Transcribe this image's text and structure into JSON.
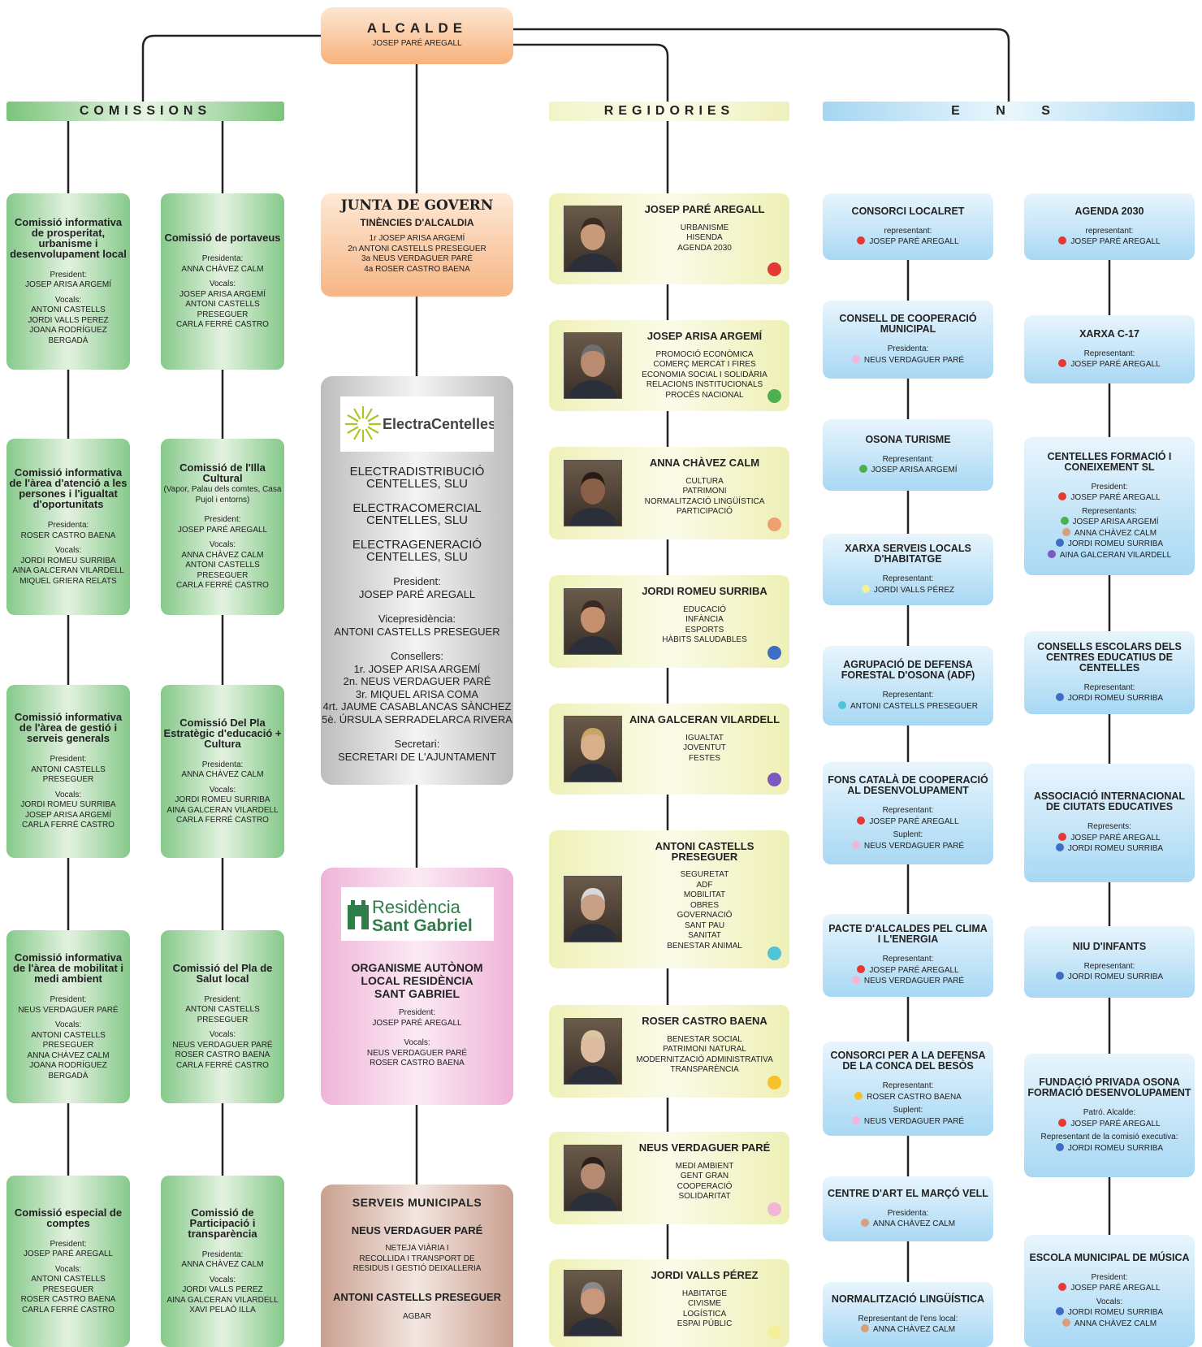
{
  "alcalde": {
    "title": "ALCALDE",
    "name": "JOSEP PARÉ AREGALL"
  },
  "headers": {
    "comissions": "COMISSIONS",
    "regidories": "REGIDORIES",
    "ens": "E N S"
  },
  "colors": {
    "red": "#e53935",
    "green": "#4caf50",
    "orange": "#f0a070",
    "blue": "#3f6cc4",
    "purple": "#7e57c2",
    "cyan": "#4fc3d9",
    "yellow": "#f6c02b",
    "pink": "#f2b5d4",
    "lightyellow": "#f3ef9a",
    "tan": "#d7a07a"
  },
  "commissions": [
    {
      "title": "Comissió informativa de prosperitat, urbanisme i desenvolupament local",
      "sub": "",
      "role1": "President:",
      "person1": "JOSEP ARISA ARGEMÍ",
      "role2": "Vocals:",
      "members": "ANTONI CASTELLS\nJORDI VALLS PEREZ\nJOANA RODRÍGUEZ BERGADÀ"
    },
    {
      "title": "Comissió de portaveus",
      "sub": "",
      "role1": "Presidenta:",
      "person1": "ANNA CHÀVEZ CALM",
      "role2": "Vocals:",
      "members": "JOSEP ARISA ARGEMÍ\nANTONI CASTELLS PRESEGUER\nCARLA FERRÉ CASTRO"
    },
    {
      "title": "Comissió informativa de l'àrea d'atenció a les persones i l'igualtat d'oportunitats",
      "sub": "",
      "role1": "Presidenta:",
      "person1": "ROSER CASTRO BAENA",
      "role2": "Vocals:",
      "members": "JORDI ROMEU SURRIBA\nAINA GALCERAN VILARDELL\nMIQUEL GRIERA RELATS"
    },
    {
      "title": "Comissió de l'Illa Cultural",
      "sub": "(Vapor, Palau dels comtes, Casa Pujol i entorns)",
      "role1": "President:",
      "person1": "JOSEP PARÉ AREGALL",
      "role2": "Vocals:",
      "members": "ANNA CHÀVEZ CALM\nANTONI CASTELLS PRESEGUER\nCARLA FERRÉ CASTRO"
    },
    {
      "title": "Comissió informativa de l'àrea de gestió i serveis generals",
      "sub": "",
      "role1": "President:",
      "person1": "ANTONI CASTELLS PRESEGUER",
      "role2": "Vocals:",
      "members": "JORDI ROMEU SURRIBA\nJOSEP ARISA ARGEMÍ\nCARLA FERRÉ CASTRO"
    },
    {
      "title": "Comissió Del Pla Estratègic d'educació + Cultura",
      "sub": "",
      "role1": "Presidenta:",
      "person1": "ANNA CHÀVEZ CALM",
      "role2": "Vocals:",
      "members": "JORDI ROMEU SURRIBA\nAINA GALCERAN VILARDELL\nCARLA FERRÉ CASTRO"
    },
    {
      "title": "Comissió informativa de l'àrea de mobilitat i medi ambient",
      "sub": "",
      "role1": "President:",
      "person1": "NEUS VERDAGUER PARÉ",
      "role2": "Vocals:",
      "members": "ANTONI CASTELLS\nPRESEGUER\nANNA CHÀVEZ CALM\nJOANA RODRÍGUEZ BERGADÀ"
    },
    {
      "title": "Comissió del Pla de Salut local",
      "sub": "",
      "role1": "President:",
      "person1": "ANTONI CASTELLS PRESEGUER",
      "role2": "Vocals:",
      "members": "NEUS VERDAGUER PARÉ\nROSER CASTRO BAENA\nCARLA FERRÉ CASTRO"
    },
    {
      "title": "Comissió especial de comptes",
      "sub": "",
      "role1": "President:",
      "person1": "JOSEP PARÉ AREGALL",
      "role2": "Vocals:",
      "members": "ANTONI CASTELLS PRESEGUER\nROSER CASTRO BAENA\nCARLA FERRÉ CASTRO"
    },
    {
      "title": "Comissió de Participació i transparència",
      "sub": "",
      "role1": "Presidenta:",
      "person1": "ANNA CHÀVEZ CALM",
      "role2": "Vocals:",
      "members": "JORDI VALLS PEREZ\nAINA GALCERAN VILARDELL\nXAVI PELAÓ ILLA"
    }
  ],
  "junta": {
    "title": "JUNTA DE GOVERN",
    "subtitle": "TINÈNCIES D'ALCALDIA",
    "lines": "1r JOSEP ARISA ARGEMÍ\n2n ANTONI CASTELLS PRESEGUER\n3a NEUS VERDAGUER PARÉ\n4a ROSER CASTRO BAENA"
  },
  "electra": {
    "logo": "ElectraCentelles",
    "companies": [
      "ELECTRADISTRIBUCIÓ CENTELLES, SLU",
      "ELECTRACOMERCIAL CENTELLES, SLU",
      "ELECTRAGENERACIÓ CENTELLES, SLU"
    ],
    "president_label": "President:",
    "president": "JOSEP PARÉ AREGALL",
    "vice_label": "Vicepresidència:",
    "vice": "ANTONI CASTELLS PRESEGUER",
    "consellers_label": "Consellers:",
    "consellers": "1r. JOSEP ARISA ARGEMÍ\n2n. NEUS VERDAGUER PARÉ\n3r. MIQUEL ARISA COMA\n4rt. JAUME CASABLANCAS SÀNCHEZ\n5è. ÚRSULA SERRADELARCA RIVERA",
    "secretari_label": "Secretari:",
    "secretari": "SECRETARI DE L'AJUNTAMENT"
  },
  "residencia": {
    "logo1": "Residència",
    "logo2": "Sant Gabriel",
    "title": "ORGANISME AUTÒNOM LOCAL RESIDÈNCIA SANT GABRIEL",
    "president_label": "President:",
    "president": "JOSEP PARÉ AREGALL",
    "vocals_label": "Vocals:",
    "vocals": "NEUS VERDAGUER PARÉ\nROSER CASTRO BAENA"
  },
  "serveis": {
    "title": "SERVEIS MUNICIPALS",
    "name1": "NEUS VERDAGUER PARÉ",
    "desc1": "NETEJA VIÀRIA I\nRECOLLIDA I TRANSPORT DE\nRESIDUS I GESTIÓ DEIXALLERIA",
    "name2": "ANTONI CASTELLS PRESEGUER",
    "desc2": "AGBAR"
  },
  "regidories": [
    {
      "name": "JOSEP PARÉ AREGALL",
      "areas": "URBANISME\nHISENDA\nAGENDA 2030",
      "color": "#e53935"
    },
    {
      "name": "JOSEP ARISA ARGEMÍ",
      "areas": "PROMOCIÓ ECONÒMICA\nCOMERÇ MERCAT I FIRES\nECONOMIA SOCIAL I SOLIDÀRIA\nRELACIONS INSTITUCIONALS\nPROCÉS NACIONAL",
      "color": "#4caf50"
    },
    {
      "name": "ANNA CHÀVEZ CALM",
      "areas": "CULTURA\nPATRIMONI\nNORMALITZACIÓ LINGÜÍSTICA\nPARTICIPACIÓ",
      "color": "#f0a070"
    },
    {
      "name": "JORDI ROMEU SURRIBA",
      "areas": "EDUCACIÓ\nINFÀNCIA\nESPORTS\nHÀBITS SALUDABLES",
      "color": "#3f6cc4"
    },
    {
      "name": "AINA GALCERAN VILARDELL",
      "areas": "IGUALTAT\nJOVENTUT\nFESTES",
      "color": "#7e57c2"
    },
    {
      "name": "ANTONI CASTELLS PRESEGUER",
      "areas": "SEGURETAT\nADF\nMOBILITAT\nOBRES\nGOVERNACIÓ\nSANT PAU\nSANITAT\nBENESTAR ANIMAL",
      "color": "#4fc3d9"
    },
    {
      "name": "ROSER CASTRO BAENA",
      "areas": "BENESTAR SOCIAL\nPATRIMONI NATURAL\nMODERNITZACIÓ ADMINISTRATIVA\nTRANSPARÈNCIA",
      "color": "#f6c02b"
    },
    {
      "name": "NEUS VERDAGUER PARÉ",
      "areas": "MEDI AMBIENT\nGENT GRAN\nCOOPERACIÓ\nSOLIDARITAT",
      "color": "#f2b5d4"
    },
    {
      "name": "JORDI VALLS PÉREZ",
      "areas": "HABITATGE\nCIVISME\nLOGÍSTICA\nESPAI PÚBLIC",
      "color": "#f3ef9a"
    }
  ],
  "ens_left": [
    {
      "title": "CONSORCI LOCALRET",
      "groups": [
        {
          "label": "representant:",
          "members": [
            {
              "name": "JOSEP PARÉ AREGALL",
              "color": "#e53935"
            }
          ]
        }
      ]
    },
    {
      "title": "CONSELL DE COOPERACIÓ MUNICIPAL",
      "groups": [
        {
          "label": "Presidenta:",
          "members": [
            {
              "name": "NEUS VERDAGUER PARÉ",
              "color": "#f2b5d4"
            }
          ]
        }
      ]
    },
    {
      "title": "OSONA TURISME",
      "groups": [
        {
          "label": "Representant:",
          "members": [
            {
              "name": "JOSEP ARISA ARGEMÍ",
              "color": "#4caf50"
            }
          ]
        }
      ]
    },
    {
      "title": "XARXA SERVEIS LOCALS D'HABITATGE",
      "groups": [
        {
          "label": "Representant:",
          "members": [
            {
              "name": "JORDI VALLS PÉREZ",
              "color": "#f3ef9a"
            }
          ]
        }
      ]
    },
    {
      "title": "AGRUPACIÓ DE DEFENSA FORESTAL D'OSONA (ADF)",
      "groups": [
        {
          "label": "Representant:",
          "members": [
            {
              "name": "ANTONI CASTELLS PRESEGUER",
              "color": "#4fc3d9"
            }
          ]
        }
      ]
    },
    {
      "title": "FONS CATALÀ DE COOPERACIÓ AL DESENVOLUPAMENT",
      "groups": [
        {
          "label": "Representant:",
          "members": [
            {
              "name": "JOSEP PARÉ AREGALL",
              "color": "#e53935"
            }
          ]
        },
        {
          "label": "Suplent:",
          "members": [
            {
              "name": "NEUS VERDAGUER PARÉ",
              "color": "#f2b5d4"
            }
          ]
        }
      ]
    },
    {
      "title": "PACTE D'ALCALDES PEL CLIMA I L'ENERGIA",
      "groups": [
        {
          "label": "Representant:",
          "members": [
            {
              "name": "JOSEP PARÉ AREGALL",
              "color": "#e53935"
            },
            {
              "name": "NEUS VERDAGUER PARÉ",
              "color": "#f2b5d4"
            }
          ]
        }
      ]
    },
    {
      "title": "CONSORCI PER A LA DEFENSA DE LA CONCA DEL BESÒS",
      "groups": [
        {
          "label": "Representant:",
          "members": [
            {
              "name": "ROSER CASTRO BAENA",
              "color": "#f6c02b"
            }
          ]
        },
        {
          "label": "Suplent:",
          "members": [
            {
              "name": "NEUS VERDAGUER PARÉ",
              "color": "#f2b5d4"
            }
          ]
        }
      ]
    },
    {
      "title": "CENTRE D'ART EL MARÇÓ VELL",
      "groups": [
        {
          "label": "Presidenta:",
          "members": [
            {
              "name": "ANNA CHÀVEZ CALM",
              "color": "#d7a07a"
            }
          ]
        }
      ]
    },
    {
      "title": "NORMALITZACIÓ LINGÜÍSTICA",
      "groups": [
        {
          "label": "Representant de l'ens local:",
          "members": [
            {
              "name": "ANNA CHÀVEZ CALM",
              "color": "#d7a07a"
            }
          ]
        }
      ]
    }
  ],
  "ens_right": [
    {
      "title": "AGENDA 2030",
      "groups": [
        {
          "label": "representant:",
          "members": [
            {
              "name": "JOSEP PARÉ AREGALL",
              "color": "#e53935"
            }
          ]
        }
      ]
    },
    {
      "title": "XARXA C-17",
      "groups": [
        {
          "label": "Representant:",
          "members": [
            {
              "name": "JOSEP PARÉ AREGALL",
              "color": "#e53935"
            }
          ]
        }
      ]
    },
    {
      "title": "CENTELLES FORMACIÓ I CONEIXEMENT SL",
      "groups": [
        {
          "label": "President:",
          "members": [
            {
              "name": "JOSEP PARÉ AREGALL",
              "color": "#e53935"
            }
          ]
        },
        {
          "label": "Representants:",
          "members": [
            {
              "name": "JOSEP ARISA ARGEMÍ",
              "color": "#4caf50"
            },
            {
              "name": "ANNA CHÀVEZ CALM",
              "color": "#d7a07a"
            },
            {
              "name": "JORDI ROMEU SURRIBA",
              "color": "#3f6cc4"
            },
            {
              "name": "AINA GALCERAN VILARDELL",
              "color": "#7e57c2"
            }
          ]
        }
      ]
    },
    {
      "title": "CONSELLS ESCOLARS DELS CENTRES EDUCATIUS DE CENTELLES",
      "groups": [
        {
          "label": "Representant:",
          "members": [
            {
              "name": "JORDI ROMEU SURRIBA",
              "color": "#3f6cc4"
            }
          ]
        }
      ]
    },
    {
      "title": "ASSOCIACIÓ INTERNACIONAL DE CIUTATS EDUCATIVES",
      "groups": [
        {
          "label": "Represents:",
          "members": [
            {
              "name": "JOSEP PARÉ AREGALL",
              "color": "#e53935"
            },
            {
              "name": "JORDI ROMEU SURRIBA",
              "color": "#3f6cc4"
            }
          ]
        }
      ]
    },
    {
      "title": "NIU D'INFANTS",
      "groups": [
        {
          "label": "Representant:",
          "members": [
            {
              "name": "JORDI ROMEU SURRIBA",
              "color": "#3f6cc4"
            }
          ]
        }
      ]
    },
    {
      "title": "FUNDACIÓ PRIVADA OSONA FORMACIÓ DESENVOLUPAMENT",
      "groups": [
        {
          "label": "Patró. Alcalde:",
          "members": [
            {
              "name": "JOSEP PARÉ AREGALL",
              "color": "#e53935"
            }
          ]
        },
        {
          "label": "Representant de la comisió executiva:",
          "members": [
            {
              "name": "JORDI ROMEU SURRIBA",
              "color": "#3f6cc4"
            }
          ]
        }
      ]
    },
    {
      "title": "ESCOLA MUNICIPAL DE MÚSICA",
      "groups": [
        {
          "label": "President:",
          "members": [
            {
              "name": "JOSEP PARÉ AREGALL",
              "color": "#e53935"
            }
          ]
        },
        {
          "label": "Vocals:",
          "members": [
            {
              "name": "JORDI ROMEU SURRIBA",
              "color": "#3f6cc4"
            },
            {
              "name": "ANNA CHÀVEZ CALM",
              "color": "#d7a07a"
            }
          ]
        }
      ]
    }
  ]
}
